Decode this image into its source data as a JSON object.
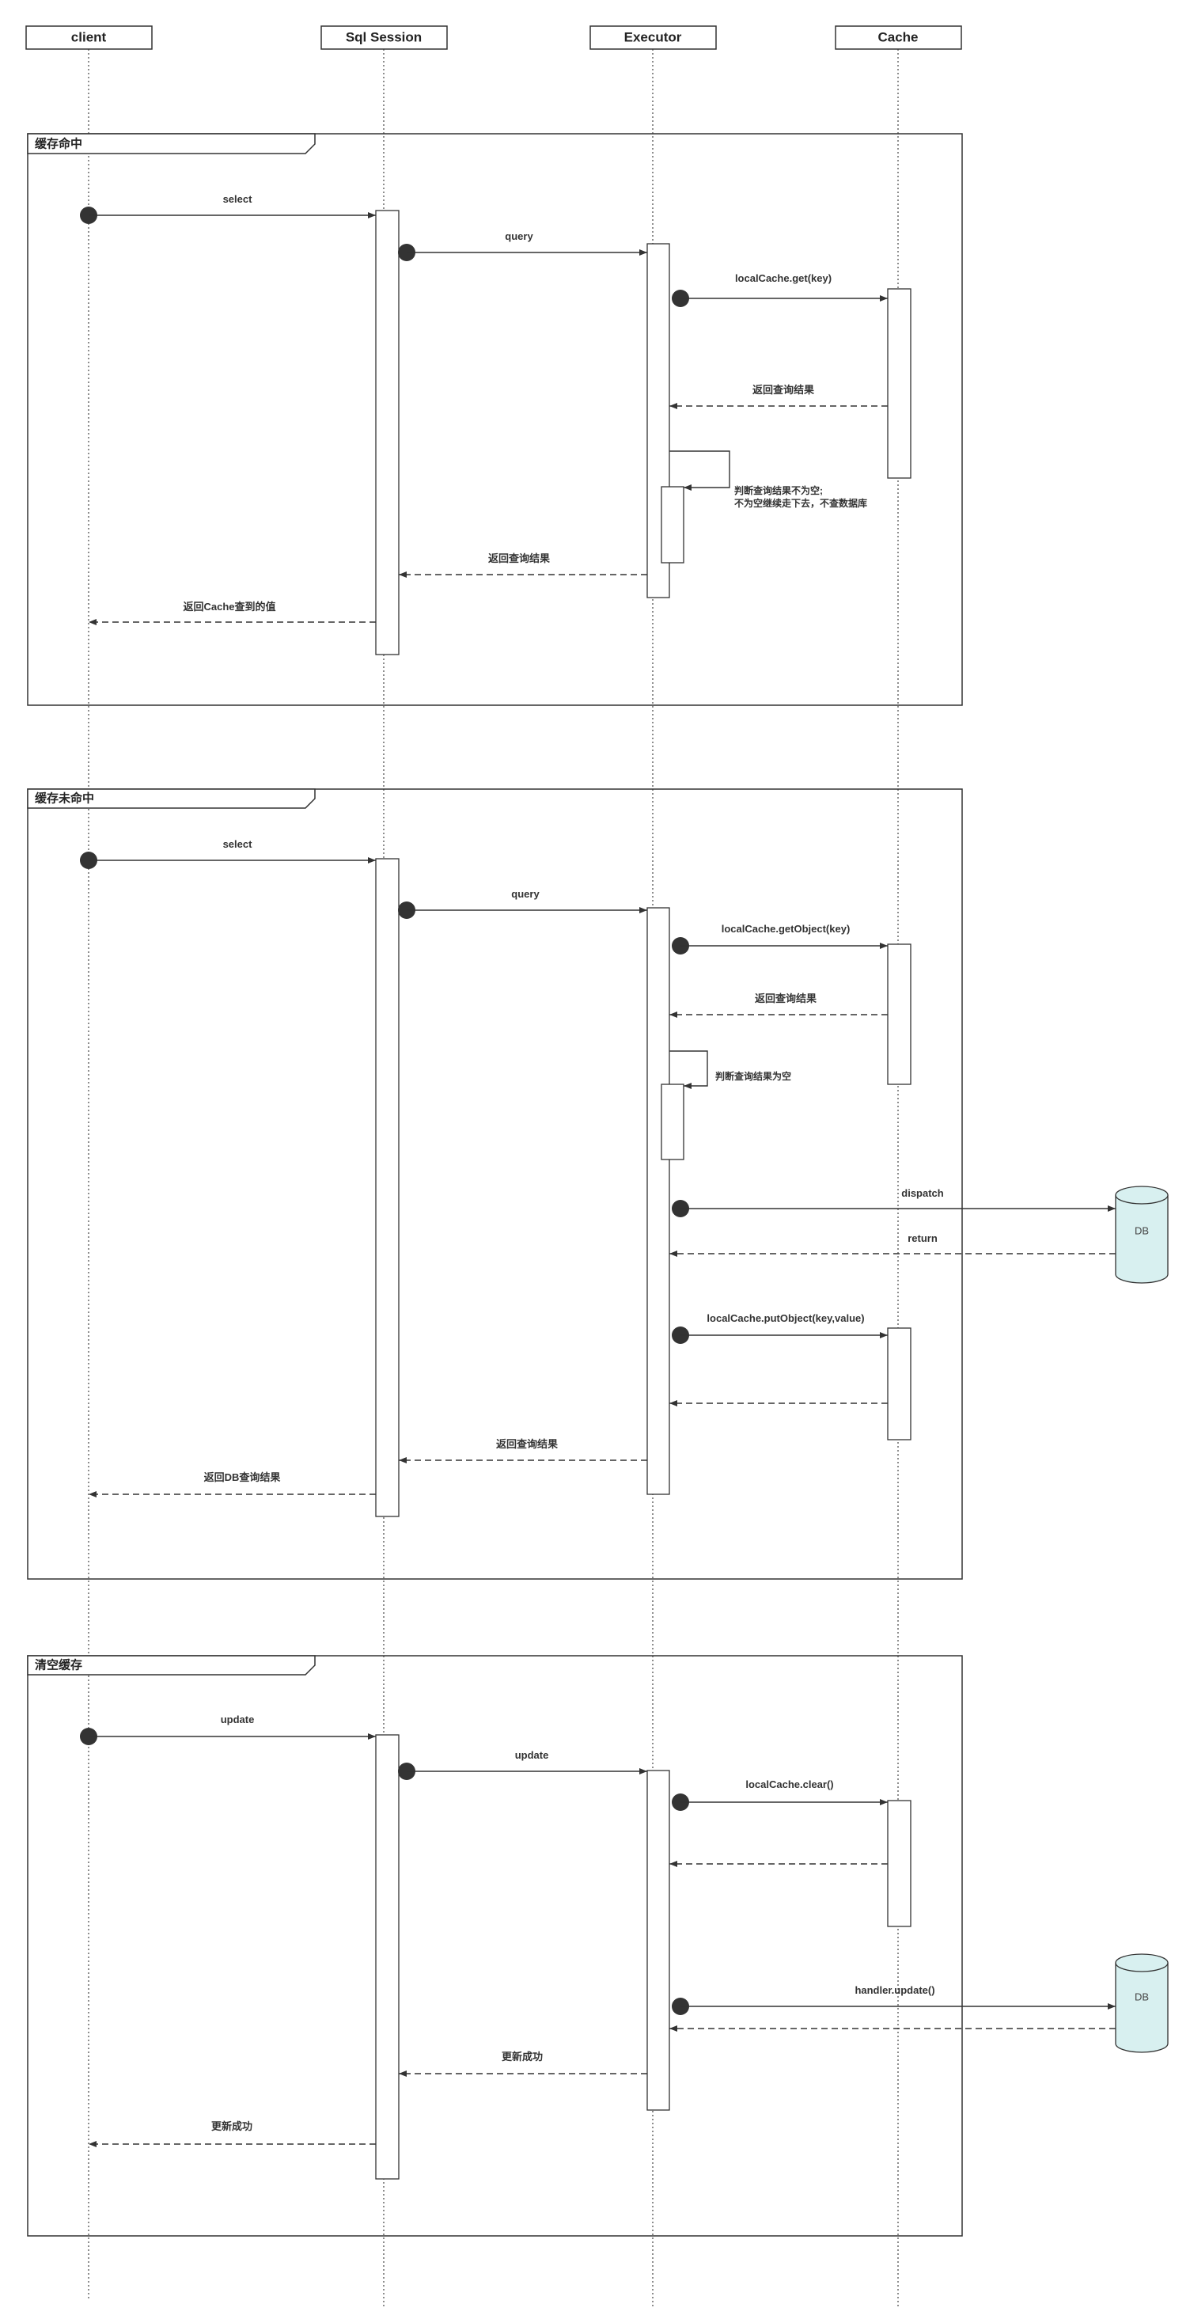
{
  "participants": [
    {
      "id": "client",
      "label": "client"
    },
    {
      "id": "session",
      "label": "Sql Session"
    },
    {
      "id": "executor",
      "label": "Executor"
    },
    {
      "id": "cache",
      "label": "Cache"
    }
  ],
  "frames": [
    {
      "title": "缓存命中",
      "messages": [
        {
          "label": "select",
          "style": "solid"
        },
        {
          "label": "query",
          "style": "solid"
        },
        {
          "label": "localCache.get(key)",
          "style": "solid"
        },
        {
          "label": "返回查询结果",
          "style": "dashed"
        },
        {
          "label": "返回查询结果",
          "style": "dashed"
        },
        {
          "label": "返回Cache查到的值",
          "style": "dashed"
        }
      ],
      "note": [
        "判断查询结果不为空;",
        "不为空继续走下去，不查数据库"
      ]
    },
    {
      "title": "缓存未命中",
      "messages": [
        {
          "label": "select",
          "style": "solid"
        },
        {
          "label": "query",
          "style": "solid"
        },
        {
          "label": "localCache.getObject(key)",
          "style": "solid"
        },
        {
          "label": "返回查询结果",
          "style": "dashed"
        },
        {
          "label": "dispatch",
          "style": "solid"
        },
        {
          "label": "return",
          "style": "dashed"
        },
        {
          "label": "localCache.putObject(key,value)",
          "style": "solid"
        },
        {
          "label": "",
          "style": "dashed"
        },
        {
          "label": "返回查询结果",
          "style": "dashed"
        },
        {
          "label": "返回DB查询结果",
          "style": "dashed"
        }
      ],
      "note": [
        "判断查询结果为空"
      ],
      "db_label": "DB"
    },
    {
      "title": "清空缓存",
      "messages": [
        {
          "label": "update",
          "style": "solid"
        },
        {
          "label": "update",
          "style": "solid"
        },
        {
          "label": "localCache.clear()",
          "style": "solid"
        },
        {
          "label": "",
          "style": "dashed"
        },
        {
          "label": "handler.update()",
          "style": "solid"
        },
        {
          "label": "",
          "style": "dashed"
        },
        {
          "label": "更新成功",
          "style": "dashed"
        },
        {
          "label": "更新成功",
          "style": "dashed"
        }
      ],
      "db_label": "DB"
    }
  ],
  "colors": {
    "line": "#333333",
    "db_fill": "#d8f0f0",
    "background": "#ffffff"
  }
}
